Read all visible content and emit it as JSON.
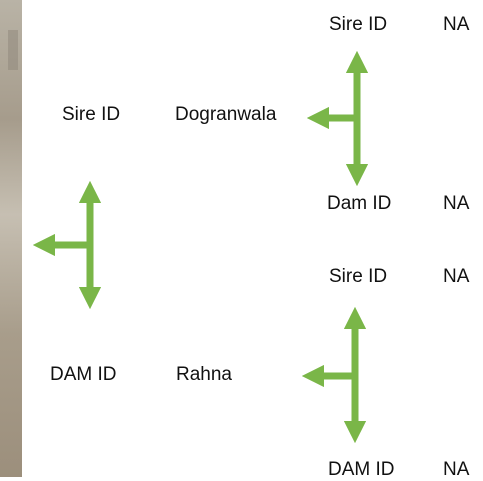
{
  "colors": {
    "arrow": "#7ab648"
  },
  "pedigree": {
    "main": {
      "sire_label": "Sire ID",
      "sire_value": "Dogranwala",
      "dam_label": "DAM ID",
      "dam_value": "Rahna"
    },
    "paternal": {
      "sire_label": "Sire ID",
      "sire_value": "NA",
      "dam_label": "Dam ID",
      "dam_value": "NA"
    },
    "maternal": {
      "sire_label": "Sire ID",
      "sire_value": "NA",
      "dam_label": "DAM ID",
      "dam_value": "NA"
    }
  }
}
